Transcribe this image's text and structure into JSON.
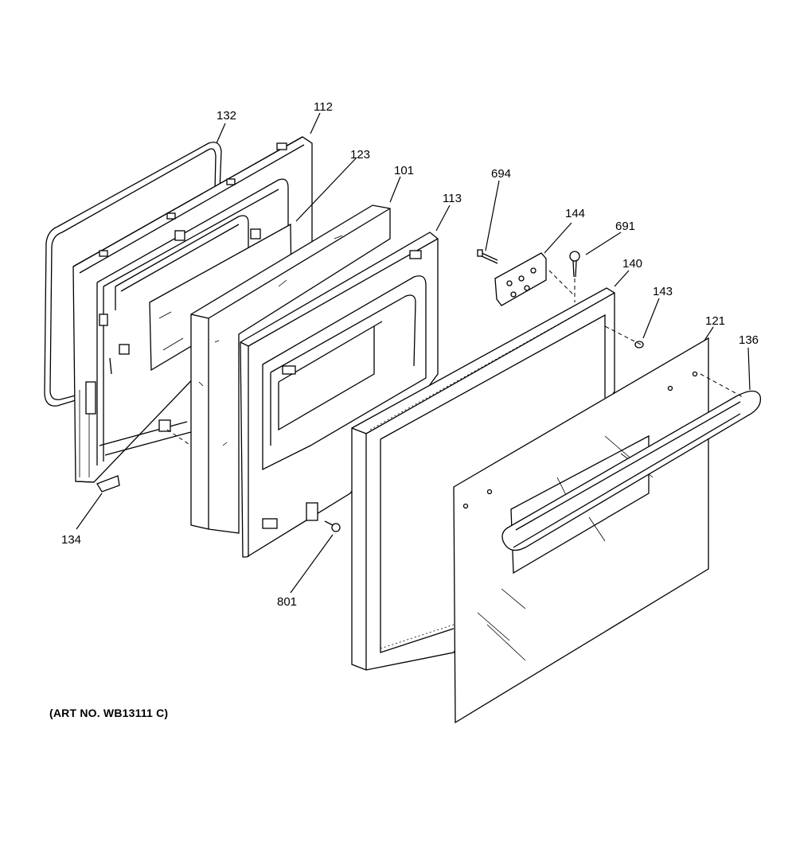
{
  "diagram": {
    "labels": {
      "p132": "132",
      "p112": "112",
      "p123": "123",
      "p101": "101",
      "p113": "113",
      "p694": "694",
      "p144": "144",
      "p691": "691",
      "p140": "140",
      "p143": "143",
      "p121": "121",
      "p136": "136",
      "p134": "134",
      "p801": "801"
    },
    "art_number": "(ART NO. WB13111 C)"
  }
}
